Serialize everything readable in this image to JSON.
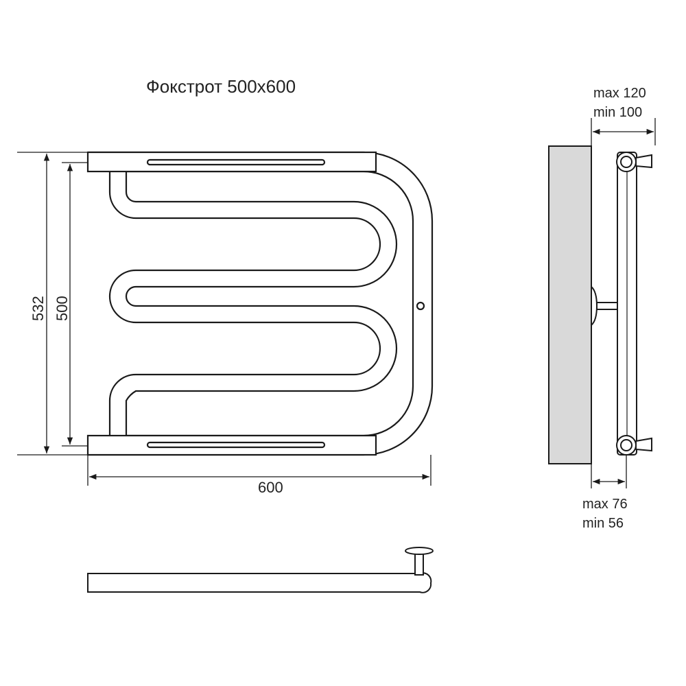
{
  "title": "Фокстрот 500x600",
  "dimensions": {
    "total_height": "532",
    "center_distance": "500",
    "width": "600",
    "wall_gap_top_max": "max 120",
    "wall_gap_top_min": "min 100",
    "wall_gap_bottom_max": "max 76",
    "wall_gap_bottom_min": "min 56"
  },
  "colors": {
    "stroke": "#1a1a1a",
    "wall_fill": "#d9d9d9",
    "background": "#ffffff"
  }
}
